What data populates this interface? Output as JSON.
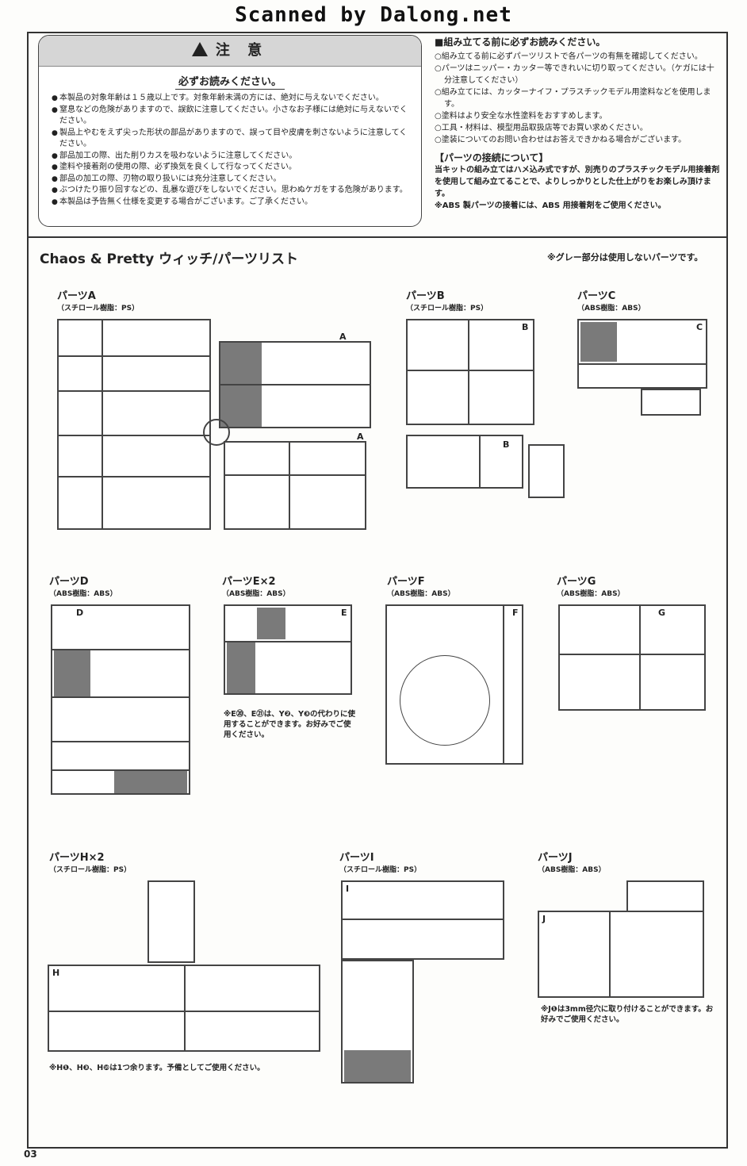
{
  "watermark": "Scanned by Dalong.net",
  "caution": {
    "title": "注 意",
    "subtitle": "必ずお読みください。",
    "items": [
      "本製品の対象年齢は１５歳以上です。対象年齢未満の方には、絶対に与えないでください。",
      "窒息などの危険がありますので、誤飲に注意してください。小さなお子様には絶対に与えないでください。",
      "製品上やむをえず尖った形状の部品がありますので、誤って目や皮膚を刺さないように注意してください。",
      "部品加工の際、出た削りカスを吸わないように注意してください。",
      "塗料や接着剤の使用の際、必ず換気を良くして行なってください。",
      "部品の加工の際、刃物の取り扱いには充分注意してください。",
      "ぶつけたり振り回すなどの、乱暴な遊びをしないでください。思わぬケガをする危険があります。",
      "本製品は予告無く仕様を変更する場合がございます。ご了承ください。"
    ]
  },
  "assembly": {
    "heading": "■組み立てる前に必ずお読みください。",
    "items": [
      "○組み立てる前に必ずパーツリストで各パーツの有無を確認してください。",
      "○パーツはニッパー・カッター等できれいに切り取ってください。（ケガには十分注意してください）",
      "○組み立てには、カッターナイフ・プラスチックモデル用塗料などを使用します。",
      "○塗料はより安全な水性塗料をおすすめします。",
      "○工具・材料は、模型用品取扱店等でお買い求めください。",
      "○塗装についてのお問い合わせはお答えできかねる場合がございます。"
    ],
    "connect_heading": "【パーツの接続について】",
    "connect_text": "当キットの組み立てはハメ込み式ですが、別売りのプラスチックモデル用接着剤を使用して組み立てることで、よりしっかりとした仕上がりをお楽しみ頂けます。",
    "connect_note": "※ABS 製パーツの接着には、ABS 用接着剤をご使用ください。"
  },
  "parts_list": {
    "title": "Chaos & Pretty ウィッチ/パーツリスト",
    "gray_note": "※グレー部分は使用しないパーツです。",
    "parts": [
      {
        "label": "パーツA",
        "material": "（スチロール樹脂：PS）"
      },
      {
        "label": "パーツB",
        "material": "（スチロール樹脂：PS）"
      },
      {
        "label": "パーツC",
        "material": "（ABS樹脂：ABS）"
      },
      {
        "label": "パーツD",
        "material": "（ABS樹脂：ABS）"
      },
      {
        "label": "パーツE×2",
        "material": "（ABS樹脂：ABS）"
      },
      {
        "label": "パーツF",
        "material": "（ABS樹脂：ABS）"
      },
      {
        "label": "パーツG",
        "material": "（ABS樹脂：ABS）"
      },
      {
        "label": "パーツH×2",
        "material": "（スチロール樹脂：PS）"
      },
      {
        "label": "パーツI",
        "material": "（スチロール樹脂：PS）"
      },
      {
        "label": "パーツJ",
        "material": "（ABS樹脂：ABS）"
      }
    ],
    "note_e": "※E⑳、E㉑は、Y❷、Y❸の代わりに使用することができます。お好みでご使用ください。",
    "note_j": "※J❶は3mm径穴に取り付けることができます。お好みでご使用ください。",
    "note_h": "※H❶、H❸、H❿は1つ余ります。予備としてご使用ください。"
  },
  "runner_letters": [
    "A",
    "B",
    "C",
    "D",
    "E",
    "F",
    "G",
    "H",
    "I",
    "J"
  ],
  "page_number": "03"
}
